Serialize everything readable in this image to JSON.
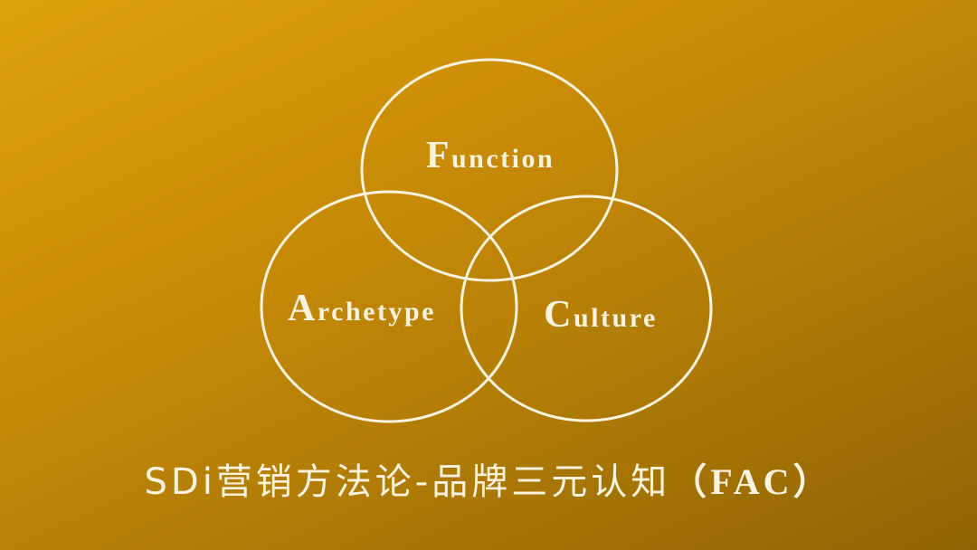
{
  "diagram": {
    "sets": [
      {
        "id": "function",
        "initial": "F",
        "rest": "unction"
      },
      {
        "id": "archetype",
        "initial": "A",
        "rest": "rchetype"
      },
      {
        "id": "culture",
        "initial": "C",
        "rest": "ulture"
      }
    ]
  },
  "caption": {
    "main": "SDi营销方法论-品牌三元认知",
    "tag": "（FAC）"
  },
  "colors": {
    "background_start": "#dca20a",
    "background_end": "#8f6404",
    "line": "#fbf3e0"
  }
}
